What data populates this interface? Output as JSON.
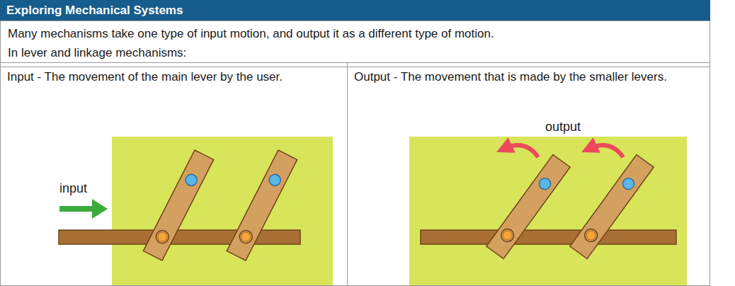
{
  "diagram": {
    "title": "Exploring Mechanical Systems",
    "nodes": [
      {
        "text": [
          "Many mechanisms take one type of input motion, and output it as a different type of motion.",
          "In lever and linkage mechanisms:"
        ]
      },
      {
        "text": [
          "Input - The movement of the main lever by the user."
        ]
      },
      {
        "text": [
          "Output - The movement that is made by the smaller levers."
        ]
      }
    ],
    "labels": [
      "input",
      "output"
    ]
  }
}
